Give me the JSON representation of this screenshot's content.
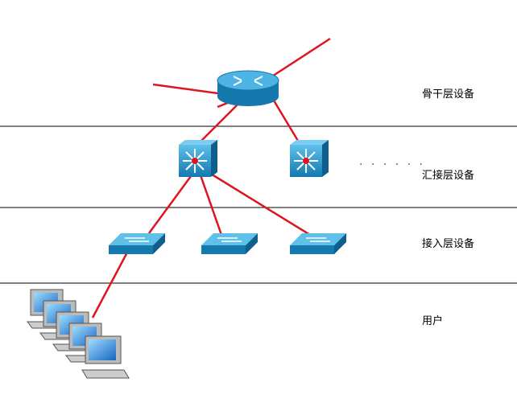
{
  "layers": [
    {
      "label": "骨干层设备"
    },
    {
      "label": "汇接层设备"
    },
    {
      "label": "接入层设备"
    },
    {
      "label": "用户"
    }
  ],
  "ellipsis": "· · · · · ·",
  "colors": {
    "link": "#e0141e",
    "device": "#1c8fc7",
    "divider": "#000000"
  }
}
